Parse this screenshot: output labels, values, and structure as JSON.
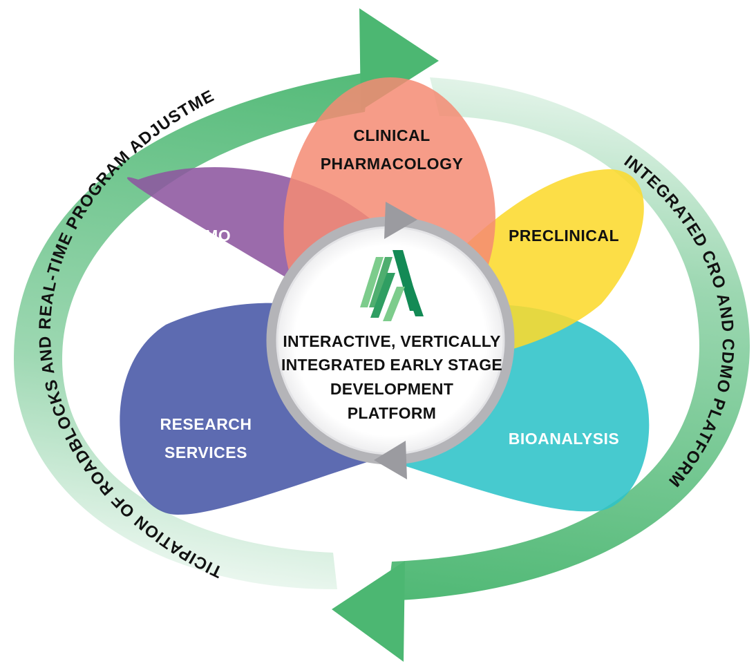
{
  "petals": [
    {
      "id": "clinical-pharmacology",
      "lines": [
        "CLINICAL",
        "PHARMACOLOGY"
      ],
      "color": "#f48b73",
      "text_color": "#111111"
    },
    {
      "id": "preclinical",
      "lines": [
        "PRECLINICAL"
      ],
      "color": "#fcd92e",
      "text_color": "#111111"
    },
    {
      "id": "bioanalysis",
      "lines": [
        "BIOANALYSIS"
      ],
      "color": "#2ec3c8",
      "text_color": "#ffffff"
    },
    {
      "id": "research-services",
      "lines": [
        "RESEARCH",
        "SERVICES"
      ],
      "color": "#4b5ba8",
      "text_color": "#ffffff"
    },
    {
      "id": "cdmo",
      "lines": [
        "CDMO"
      ],
      "color": "#8d569f",
      "text_color": "#ffffff"
    }
  ],
  "center": {
    "lines": [
      "INTERACTIVE, VERTICALLY",
      "INTEGRATED EARLY STAGE",
      "DEVELOPMENT",
      "PLATFORM"
    ]
  },
  "outer_arrows": {
    "left_label": "ANTICIPATION OF ROADBLOCKS AND REAL-TIME PROGRAM ADJUSTMENTS",
    "right_label": "INTEGRATED CRO AND CDMO PLATFORM",
    "color": "#4cb772"
  },
  "colors": {
    "inner_ring": "#b4b4b8",
    "logo_dark": "#138a55",
    "logo_light": "#7dcc8c"
  }
}
